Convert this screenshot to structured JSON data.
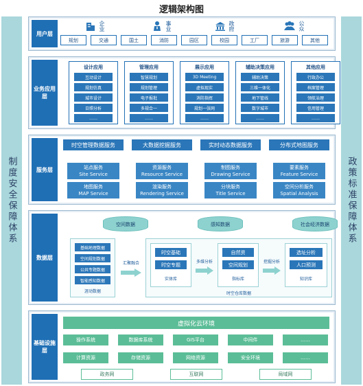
{
  "title": "逻辑架构图",
  "left_side": "制度安全保障体系",
  "right_side": "政策标准保障体系",
  "colors": {
    "primary": "#1f6fb5",
    "teal": "#8ed2cf",
    "green": "#5bbd97",
    "side": "#a9d7dc"
  },
  "user_layer": {
    "label": "用户层",
    "categories": [
      {
        "name": "企业",
        "icon": "building-icon"
      },
      {
        "name": "事业",
        "icon": "person-tie-icon"
      },
      {
        "name": "政府",
        "icon": "government-icon"
      },
      {
        "name": "公众",
        "icon": "people-icon"
      }
    ],
    "chips": [
      "规划",
      "交通",
      "国土",
      "消防",
      "园区",
      "校园",
      "工厂",
      "旅游",
      "其他"
    ]
  },
  "business_layer": {
    "label": "业务应用层",
    "columns": [
      {
        "title": "设计应用",
        "items": [
          "互动设计",
          "规划仿真",
          "城市设计",
          "日照分析",
          "……"
        ]
      },
      {
        "title": "管理应用",
        "items": [
          "智慧规划",
          "规划管理",
          "电子报批",
          "多规合一",
          "……"
        ]
      },
      {
        "title": "展示应用",
        "items": [
          "3D Meeting",
          "虚拟现实",
          "消防指挥",
          "规划一张网",
          "……"
        ]
      },
      {
        "title": "辅助决策应用",
        "items": [
          "辅助决策",
          "三维一体化",
          "地下管线",
          "数字城市",
          "……"
        ]
      },
      {
        "title": "其他应用",
        "items": [
          "行政办公",
          "档案管理",
          "领航治理",
          "信用管理",
          "……"
        ]
      }
    ]
  },
  "service_layer": {
    "label": "服务层",
    "headers": [
      "时空管理数据服务",
      "大数据挖掘服务",
      "实时动态数据服务",
      "分布式地图服务"
    ],
    "boxes": [
      [
        "站点服务",
        "Site Service"
      ],
      [
        "资源服务",
        "Resource Service"
      ],
      [
        "制图服务",
        "Drawing Service"
      ],
      [
        "要素服务",
        "Feature Service"
      ],
      [
        "地图服务",
        "MAP Service"
      ],
      [
        "渲染服务",
        "Rendering Service"
      ],
      [
        "分块服务",
        "Title Service"
      ],
      [
        "空间分析服务",
        "Spatial Analysis"
      ]
    ]
  },
  "data_layer": {
    "label": "数据层",
    "cylinders": [
      "空间数据",
      "感知数据",
      "社会经济数据"
    ],
    "left_items": [
      "基础地理数据",
      "空间规划数据",
      "公共专题数据",
      "智能感知数据"
    ],
    "left_caption": "涯动数据",
    "arrow1": "汇聚融合",
    "arrow2": "多维分析",
    "arrow3": "挖掘分析",
    "entity": {
      "items": [
        "时空基础",
        "时空专题"
      ],
      "caption": "实体库"
    },
    "indicator": {
      "items": [
        "自然资",
        "空间规划"
      ],
      "caption": "指标库"
    },
    "knowledge": {
      "items": [
        "选址分析",
        "人口预测"
      ],
      "caption": "知识库"
    },
    "store_caption": "时空仓库数据"
  },
  "infra_layer": {
    "label": "基础设施层",
    "virtual": "虚拟化云环境",
    "row1": [
      "操作系统",
      "数据库系统",
      "GIS平台",
      "中间件",
      "……"
    ],
    "row2": [
      "计算资源",
      "存储资源",
      "网络资源",
      "安全环境",
      "……"
    ],
    "networks": [
      "政务网",
      "互联网",
      "局域网"
    ]
  }
}
